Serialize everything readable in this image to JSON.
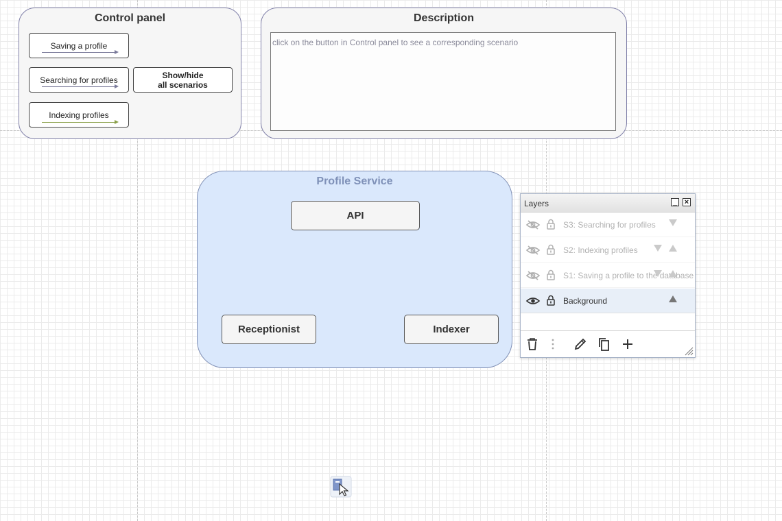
{
  "control_panel": {
    "title": "Control panel",
    "buttons": {
      "saving": "Saving a profile",
      "searching": "Searching for profiles",
      "indexing": "Indexing profiles",
      "toggle_line1": "Show/hide",
      "toggle_line2": "all scenarios"
    }
  },
  "description": {
    "title": "Description",
    "text": "click on the button in Control panel to see a corresponding scenario"
  },
  "diagram": {
    "service_title": "Profile Service",
    "components": {
      "api": "API",
      "receptionist": "Receptionist",
      "indexer": "Indexer"
    }
  },
  "layers_panel": {
    "title": "Layers",
    "minimize_label": "_",
    "close_label": "×",
    "rows": [
      {
        "name": "S3: Searching for profiles"
      },
      {
        "name": "S2: Indexing profiles"
      },
      {
        "name": "S1: Saving a profile to the database"
      },
      {
        "name": "Background"
      }
    ]
  },
  "colors": {
    "service_fill": "#dae8fc",
    "service_title": "#7f91b8",
    "arrow_default": "#7a7a9a",
    "arrow_indexing": "#8aa04a"
  },
  "icons": [
    "eye-icon",
    "eye-off-icon",
    "lock-icon",
    "trash-icon",
    "more-icon",
    "pencil-icon",
    "duplicate-icon",
    "plus-icon",
    "resize-grip-icon",
    "cursor-icon"
  ]
}
